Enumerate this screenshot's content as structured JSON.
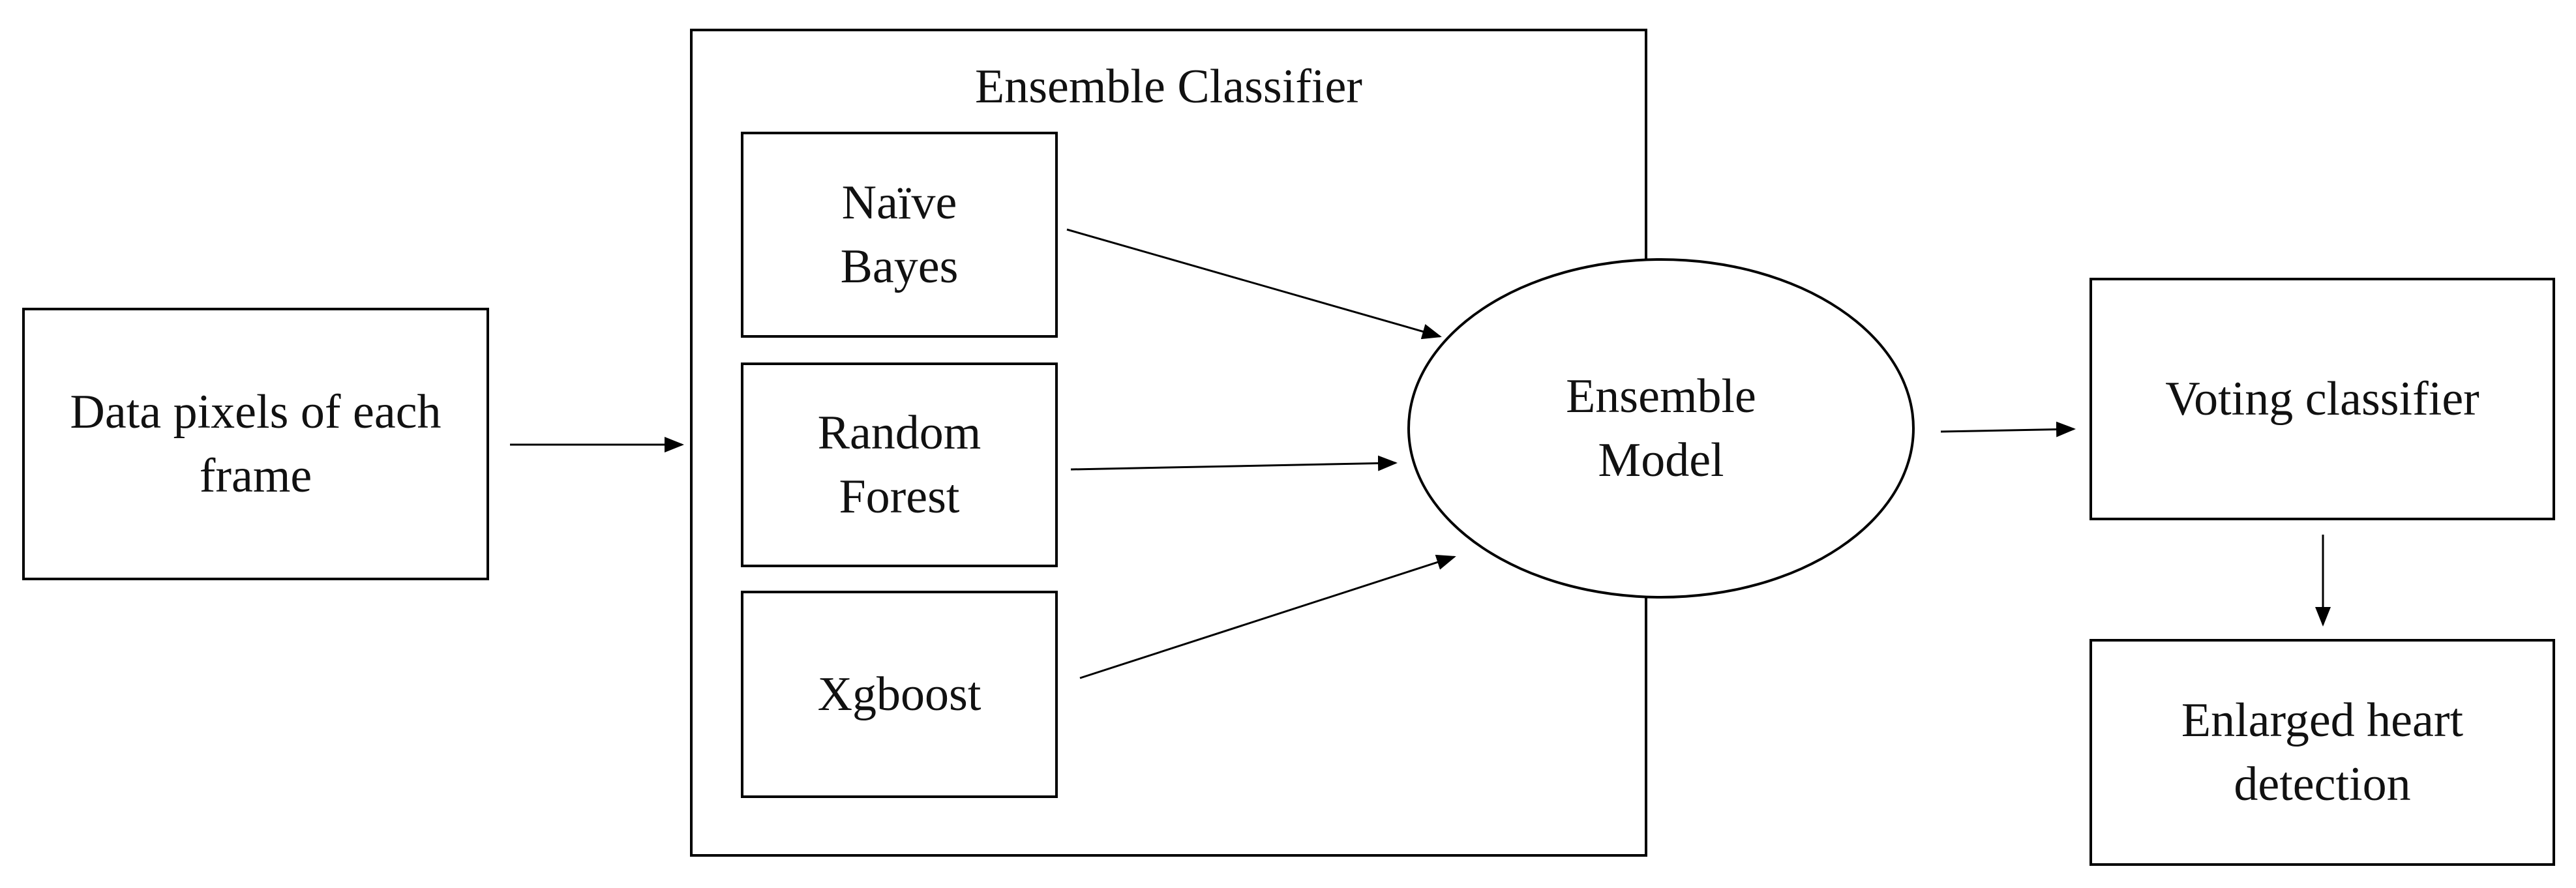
{
  "input_box": {
    "line1": "Data pixels of each",
    "line2": "frame"
  },
  "ensemble_classifier": {
    "title": "Ensemble Classifier",
    "models": [
      {
        "line1": "Naïve",
        "line2": "Bayes"
      },
      {
        "line1": "Random",
        "line2": "Forest"
      },
      {
        "line1": "Xgboost",
        "line2": ""
      }
    ]
  },
  "ensemble_model": {
    "line1": "Ensemble",
    "line2": "Model"
  },
  "voting_classifier": {
    "label": "Voting classifier"
  },
  "output_box": {
    "line1": "Enlarged heart",
    "line2": "detection"
  }
}
